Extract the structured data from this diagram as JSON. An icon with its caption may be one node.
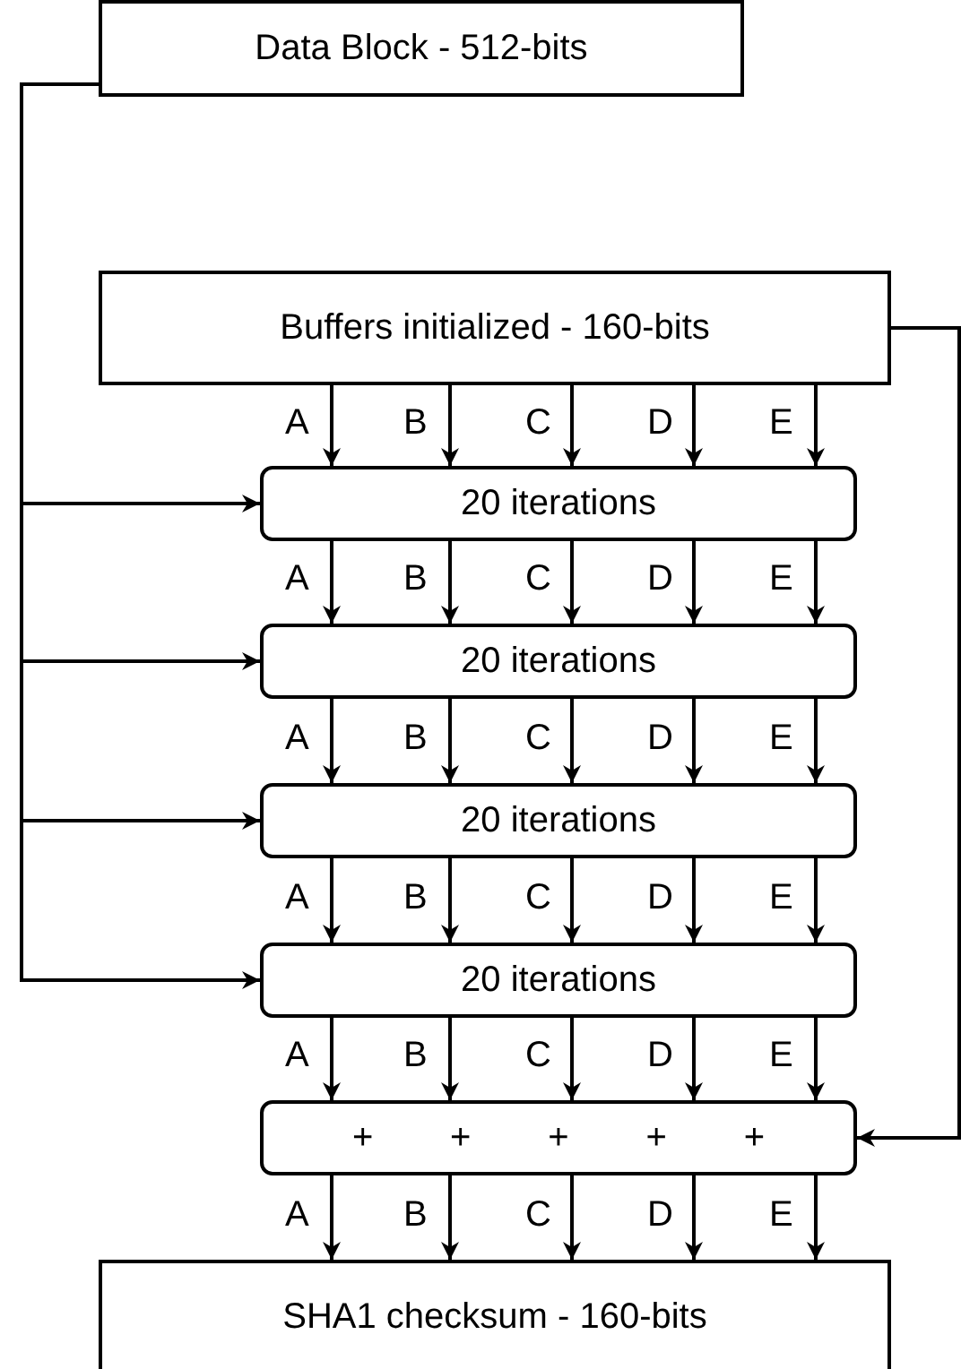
{
  "diagram": {
    "nodes": [
      {
        "text": [
          "Data Block - 512-bits"
        ]
      },
      {
        "text": [
          "Buffers initialized - 160-bits"
        ]
      },
      {
        "text": [
          "20 iterations"
        ]
      },
      {
        "text": [
          "20 iterations"
        ]
      },
      {
        "text": [
          "20 iterations"
        ]
      },
      {
        "text": [
          "20 iterations"
        ]
      },
      {
        "text": [
          "+",
          "+",
          "+",
          "+",
          "+"
        ]
      },
      {
        "text": [
          "SHA1 checksum - 160-bits"
        ]
      }
    ],
    "edges": [
      {
        "from": 0,
        "to": 2,
        "arrow": "to"
      },
      {
        "from": 0,
        "to": 3,
        "arrow": "to"
      },
      {
        "from": 0,
        "to": 4,
        "arrow": "to"
      },
      {
        "from": 0,
        "to": 5,
        "arrow": "to"
      },
      {
        "from": 1,
        "to": 6,
        "arrow": "to"
      },
      {
        "from": 1,
        "to": 2,
        "arrow": "to",
        "label": "A"
      },
      {
        "from": 1,
        "to": 2,
        "arrow": "to",
        "label": "B"
      },
      {
        "from": 1,
        "to": 2,
        "arrow": "to",
        "label": "C"
      },
      {
        "from": 1,
        "to": 2,
        "arrow": "to",
        "label": "D"
      },
      {
        "from": 1,
        "to": 2,
        "arrow": "to",
        "label": "E"
      },
      {
        "from": 2,
        "to": 3,
        "arrow": "to",
        "label": "A"
      },
      {
        "from": 2,
        "to": 3,
        "arrow": "to",
        "label": "B"
      },
      {
        "from": 2,
        "to": 3,
        "arrow": "to",
        "label": "C"
      },
      {
        "from": 2,
        "to": 3,
        "arrow": "to",
        "label": "D"
      },
      {
        "from": 2,
        "to": 3,
        "arrow": "to",
        "label": "E"
      },
      {
        "from": 3,
        "to": 4,
        "arrow": "to",
        "label": "A"
      },
      {
        "from": 3,
        "to": 4,
        "arrow": "to",
        "label": "B"
      },
      {
        "from": 3,
        "to": 4,
        "arrow": "to",
        "label": "C"
      },
      {
        "from": 3,
        "to": 4,
        "arrow": "to",
        "label": "D"
      },
      {
        "from": 3,
        "to": 4,
        "arrow": "to",
        "label": "E"
      },
      {
        "from": 4,
        "to": 5,
        "arrow": "to",
        "label": "A"
      },
      {
        "from": 4,
        "to": 5,
        "arrow": "to",
        "label": "B"
      },
      {
        "from": 4,
        "to": 5,
        "arrow": "to",
        "label": "C"
      },
      {
        "from": 4,
        "to": 5,
        "arrow": "to",
        "label": "D"
      },
      {
        "from": 4,
        "to": 5,
        "arrow": "to",
        "label": "E"
      },
      {
        "from": 5,
        "to": 6,
        "arrow": "to",
        "label": "A"
      },
      {
        "from": 5,
        "to": 6,
        "arrow": "to",
        "label": "B"
      },
      {
        "from": 5,
        "to": 6,
        "arrow": "to",
        "label": "C"
      },
      {
        "from": 5,
        "to": 6,
        "arrow": "to",
        "label": "D"
      },
      {
        "from": 5,
        "to": 6,
        "arrow": "to",
        "label": "E"
      },
      {
        "from": 6,
        "to": 7,
        "arrow": "to",
        "label": "A"
      },
      {
        "from": 6,
        "to": 7,
        "arrow": "to",
        "label": "B"
      },
      {
        "from": 6,
        "to": 7,
        "arrow": "to",
        "label": "C"
      },
      {
        "from": 6,
        "to": 7,
        "arrow": "to",
        "label": "D"
      },
      {
        "from": 6,
        "to": 7,
        "arrow": "to",
        "label": "E"
      }
    ]
  }
}
